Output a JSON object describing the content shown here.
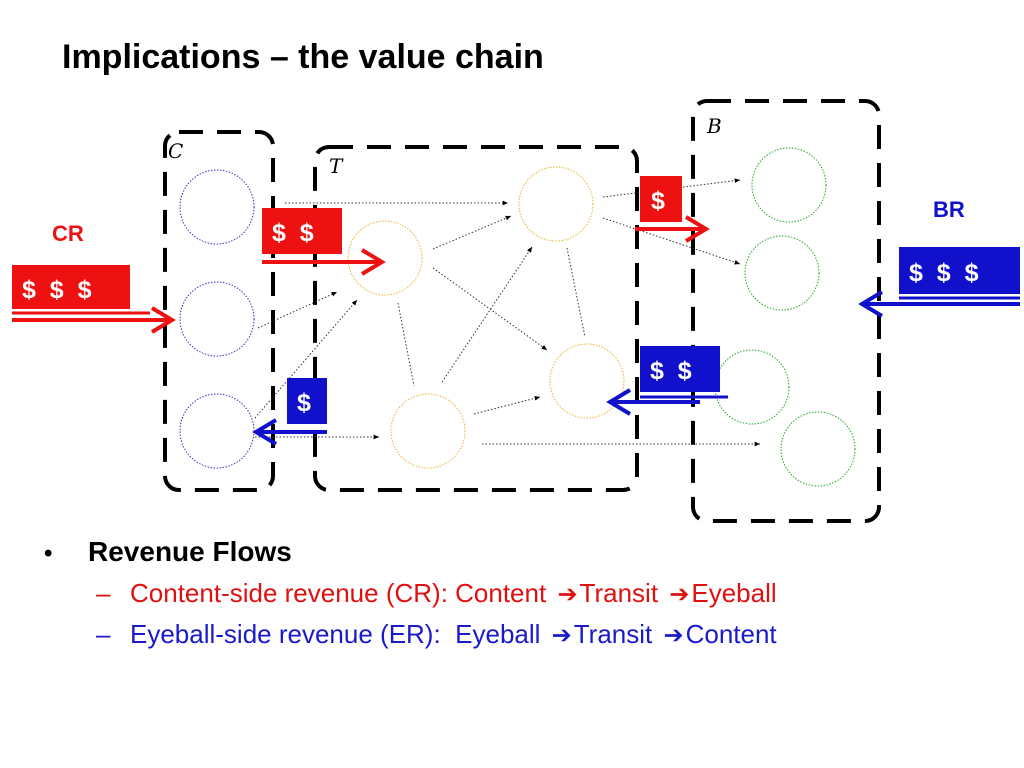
{
  "title": "Implications – the value chain",
  "diagram": {
    "groups": {
      "content": "C",
      "transit": "T",
      "eyeball": "B"
    },
    "side_labels": {
      "cr": "CR",
      "br": "BR"
    },
    "badges": {
      "cr": "$  $  $",
      "content_to_transit": "$  $",
      "transit_to_content": "$",
      "transit_to_eyeball": "$",
      "eyeball_to_transit": "$  $",
      "br": "$  $  $"
    },
    "colors": {
      "red": "#ee1111",
      "blue": "#1111cc",
      "content_node": "#3333cc",
      "transit_node": "#f0b030",
      "eyeball_node": "#22aa22"
    }
  },
  "bullets": {
    "heading": "Revenue Flows",
    "items": [
      {
        "prefix": "Content-side revenue (CR): Content ",
        "mid": "Transit ",
        "end": "Eyeball",
        "color": "#e01010"
      },
      {
        "prefix": "Eyeball-side revenue (ER):  Eyeball ",
        "mid": "Transit ",
        "end": "Content",
        "color": "#1a1acc"
      }
    ]
  }
}
